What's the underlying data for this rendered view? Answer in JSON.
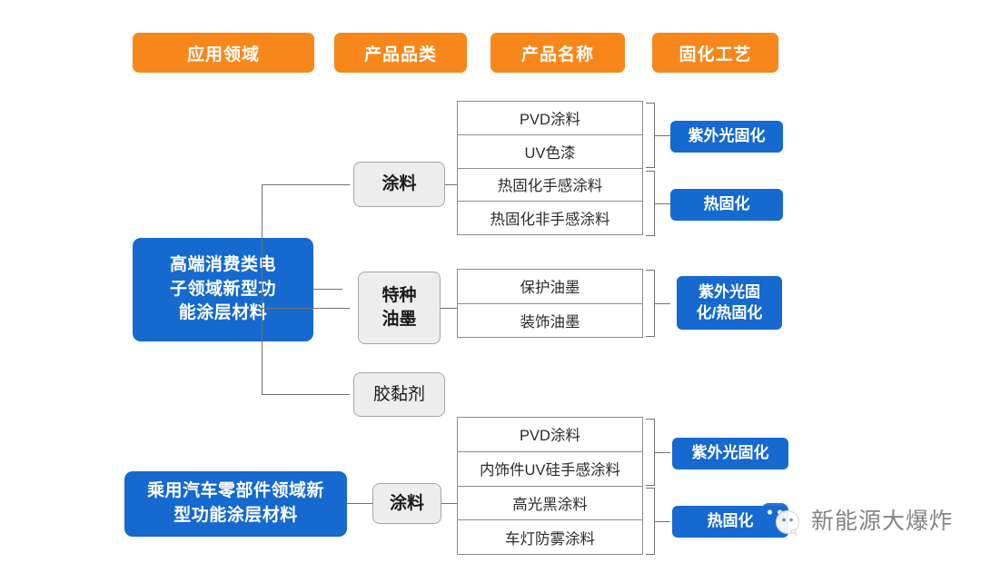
{
  "header": {
    "columns": [
      {
        "label": "应用领域"
      },
      {
        "label": "产品品类"
      },
      {
        "label": "产品名称"
      },
      {
        "label": "固化工艺"
      }
    ]
  },
  "sections": [
    {
      "domain": "高端消费类电子领域新型功能涂层材料",
      "categories": [
        {
          "name": "涂料",
          "products": [
            "PVD涂料",
            "UV色漆",
            "热固化手感涂料",
            "热固化非手感涂料"
          ],
          "cures": [
            {
              "label": "紫外光固化",
              "covers": [
                "PVD涂料",
                "UV色漆"
              ]
            },
            {
              "label": "热固化",
              "covers": [
                "热固化手感涂料",
                "热固化非手感涂料"
              ]
            }
          ]
        },
        {
          "name": "特种油墨",
          "products": [
            "保护油墨",
            "装饰油墨"
          ],
          "cures": [
            {
              "label": "紫外光固化/热固化",
              "covers": [
                "保护油墨",
                "装饰油墨"
              ]
            }
          ]
        },
        {
          "name": "胶黏剂",
          "products": [],
          "cures": []
        }
      ]
    },
    {
      "domain": "乘用汽车零部件领域新型功能涂层材料",
      "categories": [
        {
          "name": "涂料",
          "products": [
            "PVD涂料",
            "内饰件UV硅手感涂料",
            "高光黑涂料",
            "车灯防雾涂料"
          ],
          "cures": [
            {
              "label": "紫外光固化",
              "covers": [
                "PVD涂料",
                "内饰件UV硅手感涂料"
              ]
            },
            {
              "label": "热固化",
              "covers": [
                "高光黑涂料",
                "车灯防雾涂料"
              ]
            }
          ]
        }
      ]
    }
  ],
  "watermark": {
    "icon": "wechat-icon",
    "text": "新能源大爆炸"
  },
  "colors": {
    "orange": "#F7871A",
    "blue": "#1569CF",
    "gray_box": "#EDEDED",
    "line": "#707070"
  }
}
